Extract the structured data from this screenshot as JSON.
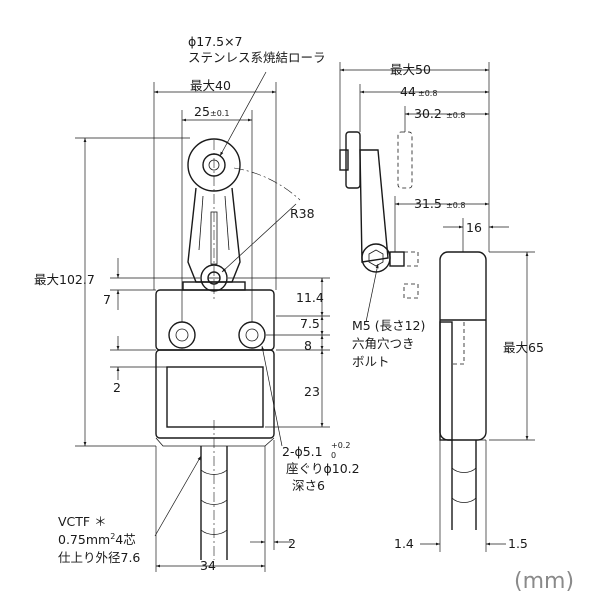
{
  "labels": {
    "roller_spec_1": "ϕ17.5×7",
    "roller_spec_2": "ステンレス系焼結ローラ",
    "max_width": "最大40",
    "roller_pitch": "25",
    "roller_pitch_tol": "±0.1",
    "radius": "R38",
    "max_height": "最大102.7",
    "d_7": "7",
    "d_11_4": "11.4",
    "d_7_5": "7.5",
    "d_8": "8",
    "d_2_left": "2",
    "d_23": "23",
    "hole_spec": "2-ϕ5.1",
    "hole_tol_plus": "+0.2",
    "hole_tol_zero": "0",
    "counterbore": "座ぐりϕ10.2",
    "depth": "深さ6",
    "cable_1": "VCTF ＊",
    "cable_2": "0.75mm",
    "cable_2_sup": "2",
    "cable_2_rest": "4芯",
    "cable_3": "仕上り外径7.6",
    "d_34": "34",
    "d_2_bottom": "2",
    "side_max_50": "最大50",
    "side_44": "44",
    "side_44_tol": "±0.8",
    "side_30_2": "30.2",
    "side_30_2_tol": "±0.8",
    "side_31_5": "31.5",
    "side_31_5_tol": "±0.8",
    "side_16": "16",
    "bolt_1": "M5 (長さ12)",
    "bolt_2": "六角穴つき",
    "bolt_3": "ボルト",
    "side_max_65": "最大65",
    "side_1_4": "1.4",
    "side_1_5": "1.5",
    "unit": "(mm)"
  }
}
